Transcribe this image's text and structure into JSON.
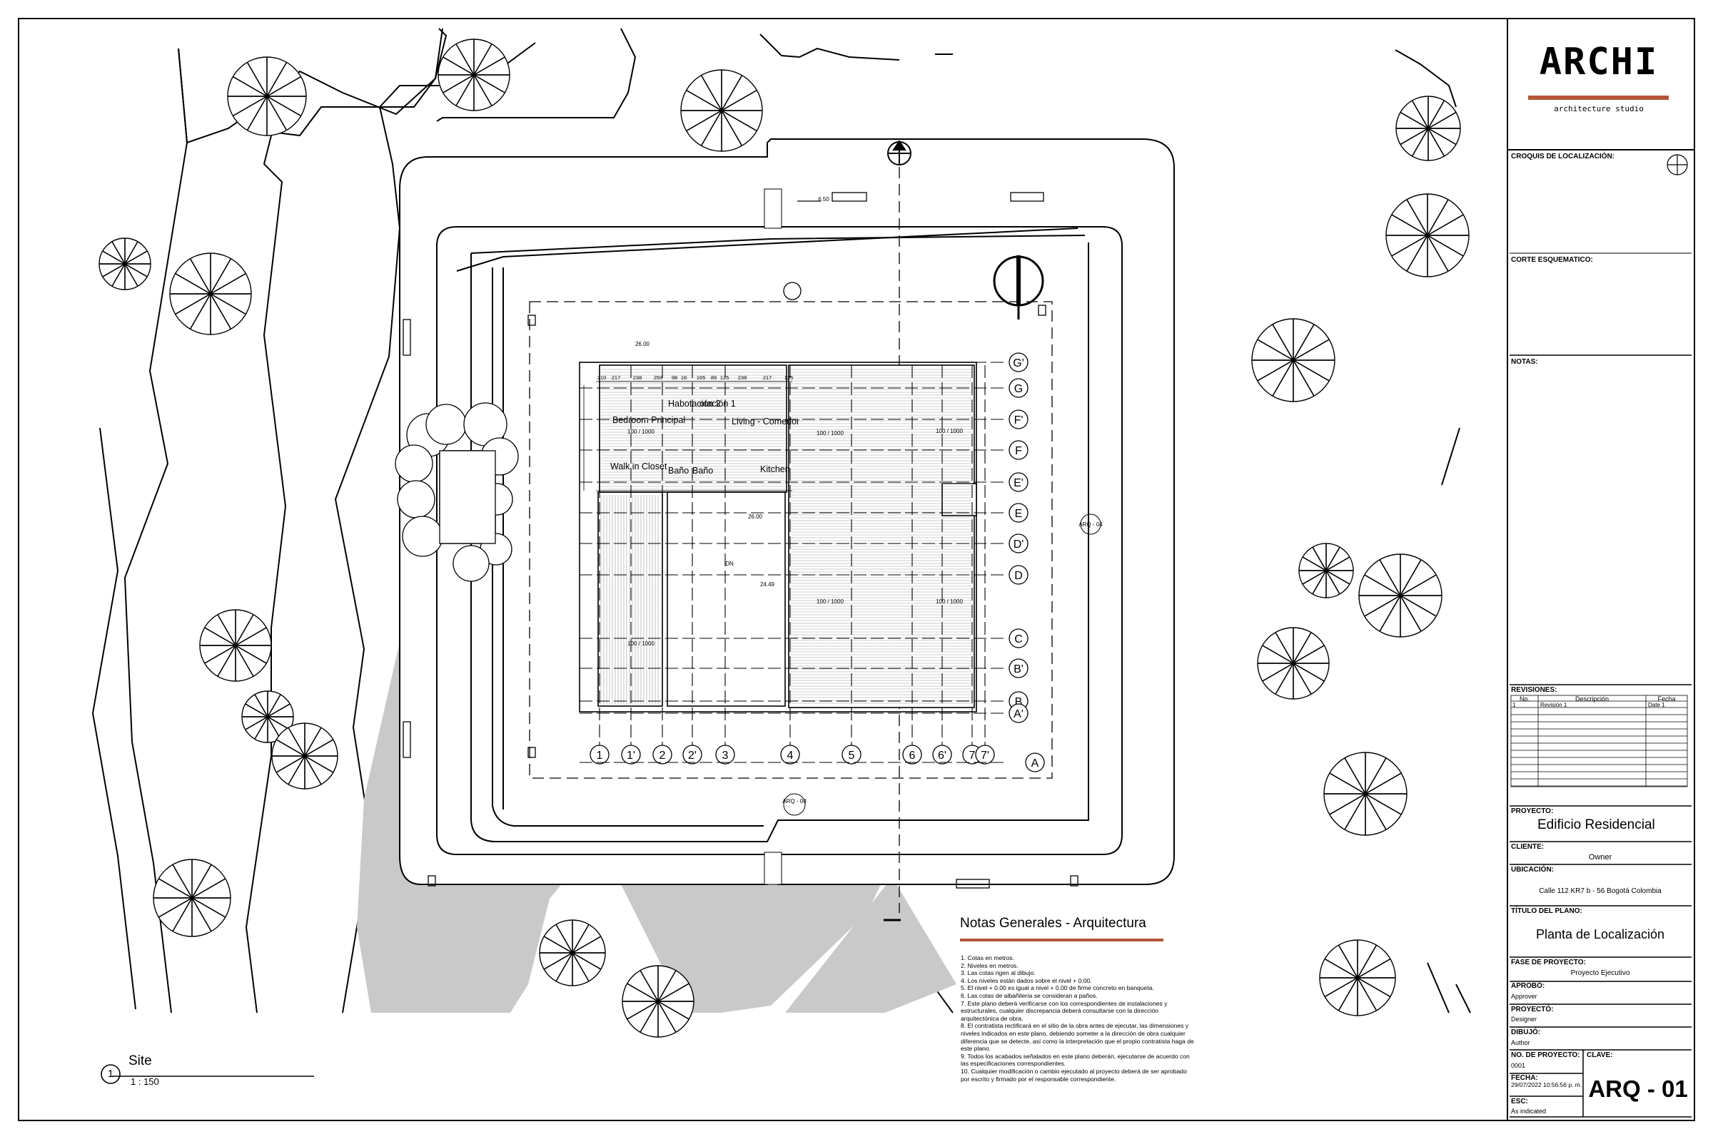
{
  "firm": {
    "name": "ARCHI",
    "tagline": "architecture studio",
    "accent_color": "#b5553a"
  },
  "title_block": {
    "croquis_label": "CROQUIS DE LOCALIZACIÓN:",
    "corte_label": "CORTE ESQUEMATICO:",
    "notas_label": "NOTAS:",
    "revisiones": {
      "label": "REVISIONES:",
      "columns": [
        "No.",
        "Descripción",
        "Fecha"
      ],
      "rows": [
        {
          "no": "1",
          "descripcion": "Revisión 1",
          "fecha": "Date 1"
        }
      ]
    },
    "proyecto_label": "PROYECTO:",
    "proyecto": "Edificio Residencial",
    "cliente_label": "CLIENTE:",
    "cliente": "Owner",
    "ubicacion_label": "UBICACIÓN:",
    "ubicacion": "Calle 112 KR7 b - 56 Bogotá Colombia",
    "titulo_label": "TÍTULO DEL PLANO:",
    "titulo": "Planta de Localización",
    "fase_label": "FASE DE PROYECTO:",
    "fase": "Proyecto Ejecutivo",
    "aprobo_label": "APROBÓ:",
    "aprobo": "Approver",
    "proyecto2_label": "PROYECTÓ:",
    "proyecto2": "Designer",
    "dibujo_label": "DIBUJÓ:",
    "dibujo": "Author",
    "no_proyecto_label": "NO. DE PROYECTO:",
    "no_proyecto": "0001",
    "clave_label": "CLAVE:",
    "fecha_label": "FECHA:",
    "fecha": "29/07/2022 10:56:56 p. m.",
    "esc_label": "ESC:",
    "esc": "As indicated",
    "clave": "ARQ - 01"
  },
  "view": {
    "number": "1",
    "name": "Site",
    "scale": "1 : 150"
  },
  "notes": {
    "title": "Notas Generales - Arquitectura",
    "items": [
      "1. Cotas en metros.",
      "2. Niveles en metros.",
      "3. Las cotas rigen al dibujo.",
      "4. Los niveles están dados sobre el nivel + 0.00.",
      "5. El nivel + 0.00 es igual a nivel + 0.00 de firme concreto en banqueta.",
      "6. Las cotas de albañilería se consideran a paños.",
      "7. Este plano deberá verificarse con los correspondientes de instalaciones y estructurales, cualquier discrepancia deberá consultarse con la dirección arquitectónica de obra.",
      "8. El contratista rectificará en el sitio de la obra antes de ejecutar, las dimensiones y niveles indicados en este plano, debiendo someter a la dirección de obra cualquier diferencia que se detecte, así como la interpretación que el propio contratista haga de este plano.",
      "9. Todos los acabados señalados en este plano deberán, ejecutarse de acuerdo con las especificaciones correspondientes.",
      "10. Cualquier modificación o cambio ejecutado al proyecto deberá de ser aprobado por escrito y firmado por el responsable correspondiente."
    ]
  },
  "plan": {
    "grid_x": [
      "1",
      "1'",
      "2",
      "2'",
      "3",
      "4",
      "5",
      "6",
      "6'",
      "7",
      "7'"
    ],
    "grid_y": [
      "G'",
      "G",
      "F'",
      "F",
      "E'",
      "E",
      "D'",
      "D",
      "C",
      "B'",
      "B",
      "A'",
      "A"
    ],
    "rooms": [
      "Bedroom Principal",
      "Habotación 2",
      "otación 1",
      "Living - Comedor",
      "Walk in Closet",
      "Baño",
      "Baño",
      "Kitchen"
    ],
    "slope_label": "100 / 1000",
    "level_labels": [
      "26.00",
      "24.49",
      "26.00"
    ],
    "level_small": "6.50",
    "section_tags": [
      "ARQ - 04",
      "ARQ - 04"
    ],
    "stair_label": "DN",
    "dimension_strings": [
      "210",
      "217",
      "238",
      "259",
      "98",
      "16",
      "165",
      "89",
      "125",
      "238",
      "217",
      "125"
    ]
  }
}
